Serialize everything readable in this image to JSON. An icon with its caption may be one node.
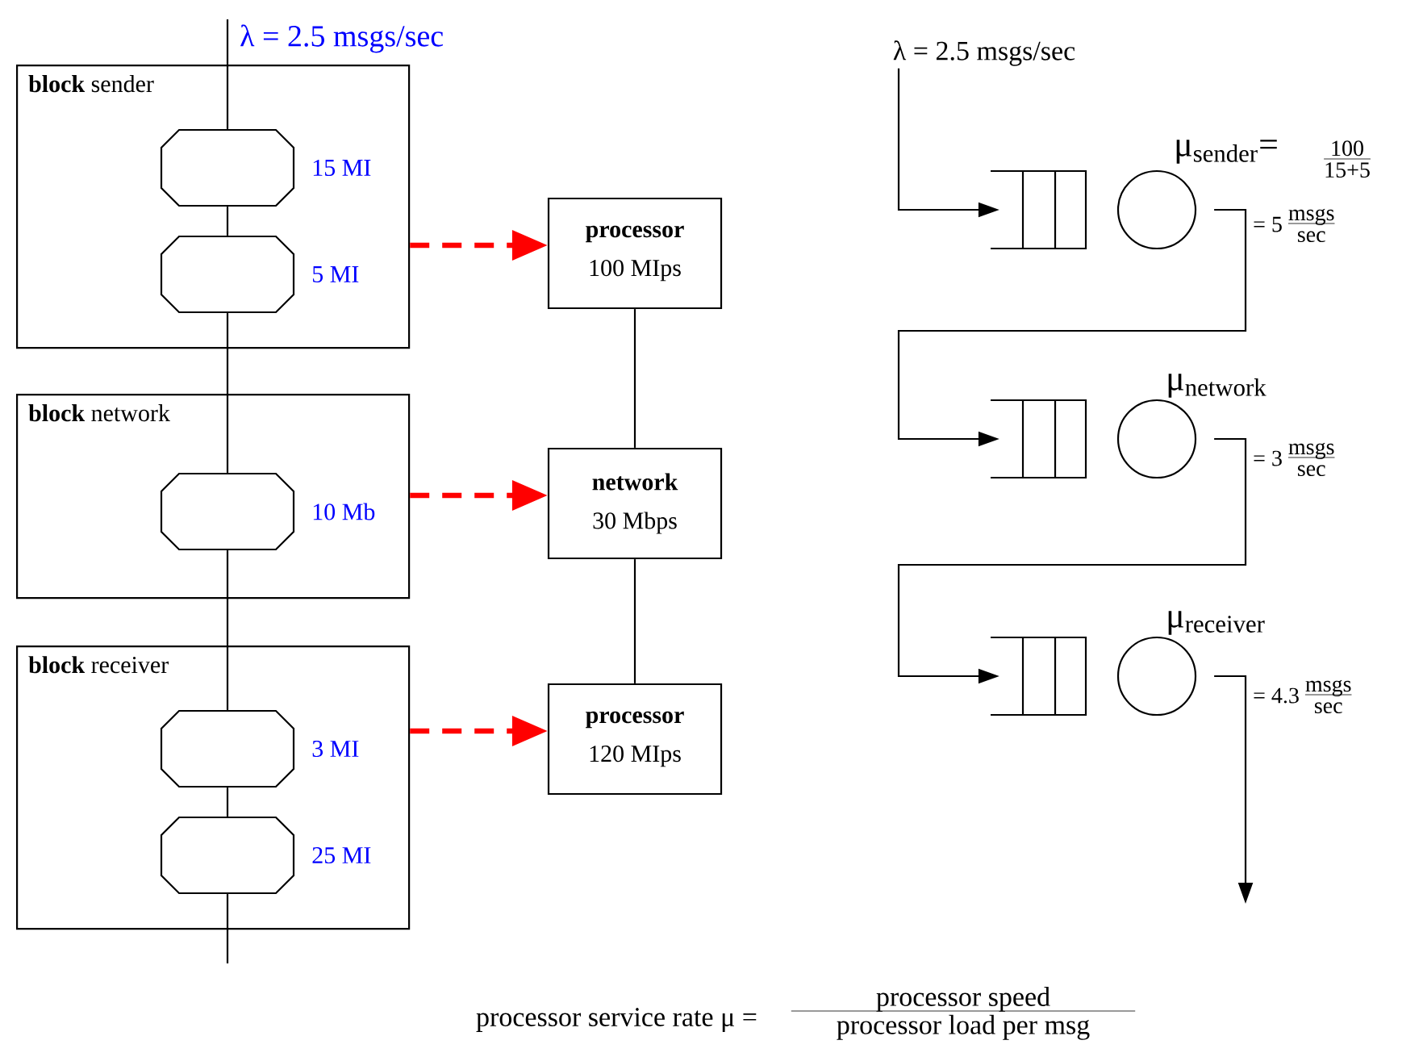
{
  "diagram": {
    "nodes": [
      {
        "text": [
          "**block** sender"
        ]
      },
      {
        "text": [],
        "shape": "octagon",
        "in": 0,
        "beside": [
          "15 MI"
        ]
      },
      {
        "text": [],
        "shape": "octagon",
        "in": 0,
        "beside": [
          "5 MI"
        ]
      },
      {
        "text": [
          "**block** network"
        ]
      },
      {
        "text": [],
        "shape": "octagon",
        "in": 3,
        "beside": [
          "10 Mb"
        ]
      },
      {
        "text": [
          "**block** receiver"
        ]
      },
      {
        "text": [],
        "shape": "octagon",
        "in": 5,
        "beside": [
          "3 MI"
        ]
      },
      {
        "text": [],
        "shape": "octagon",
        "in": 5,
        "beside": [
          "25 MI"
        ]
      },
      {
        "text": [
          "processor",
          "100 MIps"
        ]
      },
      {
        "text": [
          "network",
          "30 Mbps"
        ]
      },
      {
        "text": [
          "processor",
          "120 MIps"
        ]
      },
      {
        "text": [
          "λ = 2.5 msgs/sec"
        ]
      },
      {
        "text": [],
        "shape": "queue"
      },
      {
        "text": [],
        "shape": "circle",
        "beside": [
          "μ$_{sender}$=",
          "100",
          "15+5",
          "= 5",
          "msgs",
          "sec"
        ]
      },
      {
        "text": [],
        "shape": "queue"
      },
      {
        "text": [],
        "shape": "circle",
        "beside": [
          "μ$_{network}$",
          "= 3",
          "msgs",
          "sec"
        ]
      },
      {
        "text": [],
        "shape": "queue"
      },
      {
        "text": [],
        "shape": "circle",
        "beside": [
          "μ$_{receiver}$",
          "= 4.3",
          "msgs",
          "sec"
        ]
      },
      {
        "text": [
          "λ = 2.5 msgs/sec"
        ]
      }
    ],
    "edges": [
      {
        "from": 18,
        "to": 1,
        "arrow": "none"
      },
      {
        "from": 1,
        "to": 2,
        "arrow": "none"
      },
      {
        "from": 2,
        "to": 4,
        "arrow": "none"
      },
      {
        "from": 4,
        "to": 6,
        "arrow": "none"
      },
      {
        "from": 6,
        "to": 7,
        "arrow": "none"
      },
      {
        "from": 7,
        "to": null,
        "arrow": "none"
      },
      {
        "from": 0,
        "to": 8,
        "arrow": "to",
        "style": "dashed",
        "color": "#ff0000"
      },
      {
        "from": 3,
        "to": 9,
        "arrow": "to",
        "style": "dashed",
        "color": "#ff0000"
      },
      {
        "from": 5,
        "to": 10,
        "arrow": "to",
        "style": "dashed",
        "color": "#ff0000"
      },
      {
        "from": 8,
        "to": 9,
        "arrow": "none"
      },
      {
        "from": 9,
        "to": 10,
        "arrow": "none"
      },
      {
        "from": 11,
        "to": 12,
        "arrow": "to"
      },
      {
        "from": 13,
        "to": 14,
        "arrow": "to"
      },
      {
        "from": 15,
        "to": 16,
        "arrow": "to"
      },
      {
        "from": 17,
        "to": null,
        "arrow": "to"
      }
    ],
    "labels": [
      "processor service rate μ =",
      "processor speed",
      "processor load per msg"
    ]
  }
}
